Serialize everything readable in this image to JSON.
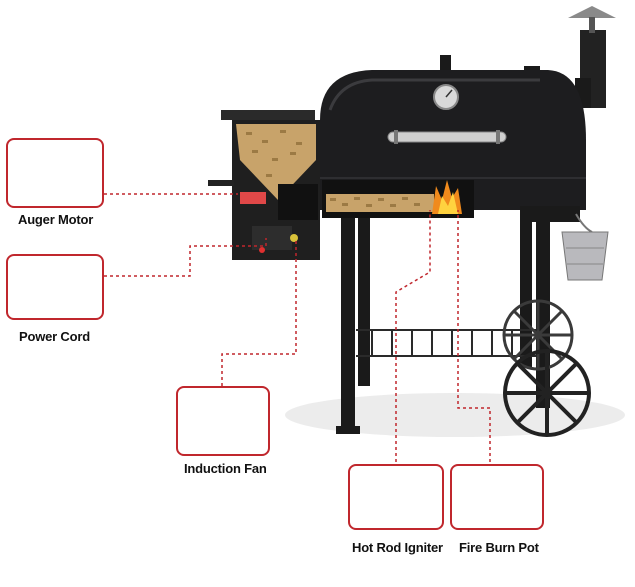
{
  "image": {
    "subject": "pellet grill smoker",
    "style": "product cutaway diagram with labeled part callouts"
  },
  "colors": {
    "callout_border": "#c0272d",
    "leader_line": "#c0272d",
    "grill_body": "#1d1d1f",
    "pellets": "#c8a36a",
    "fire": "#f08a1c"
  },
  "callouts": [
    {
      "id": "auger-motor",
      "label": "Auger Motor",
      "icon": "auger-motor-icon"
    },
    {
      "id": "power-cord",
      "label": "Power Cord",
      "icon": "power-cord-icon"
    },
    {
      "id": "induction-fan",
      "label": "Induction Fan",
      "icon": "induction-fan-icon"
    },
    {
      "id": "hot-rod-igniter",
      "label": "Hot Rod Igniter",
      "icon": "hot-rod-igniter-icon"
    },
    {
      "id": "fire-burn-pot",
      "label": "Fire Burn Pot",
      "icon": "fire-burn-pot-icon"
    }
  ]
}
